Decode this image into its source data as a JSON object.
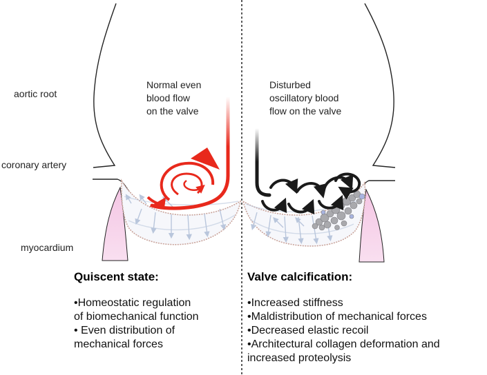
{
  "labels": {
    "aortic_root": "aortic root",
    "coronary_artery": "coronary artery",
    "myocardium": "myocardium"
  },
  "left": {
    "flow_lines": [
      "Normal even",
      "blood flow",
      "on the valve"
    ],
    "title": "Quiscent state:",
    "bullets": [
      "•Homeostatic regulation",
      "of biomechanical function",
      "• Even distribution of",
      "mechanical forces"
    ]
  },
  "right": {
    "flow_lines": [
      "Disturbed",
      "oscillatory blood",
      "flow on the valve"
    ],
    "title": "Valve calcification:",
    "bullets": [
      "•Increased stiffness",
      "•Maldistribution of mechanical forces",
      "•Decreased elastic recoil",
      "•Architectural collagen deformation and",
      "increased proteolysis"
    ]
  },
  "colors": {
    "normal_flow": "#e8291c",
    "disturbed_flow": "#1a1a1a",
    "myocardium": "#f4c6e4",
    "leaflet_edge": "#c9a39a",
    "force_arrows": "#b9c6dc",
    "calcification": "#a9a9ad"
  }
}
